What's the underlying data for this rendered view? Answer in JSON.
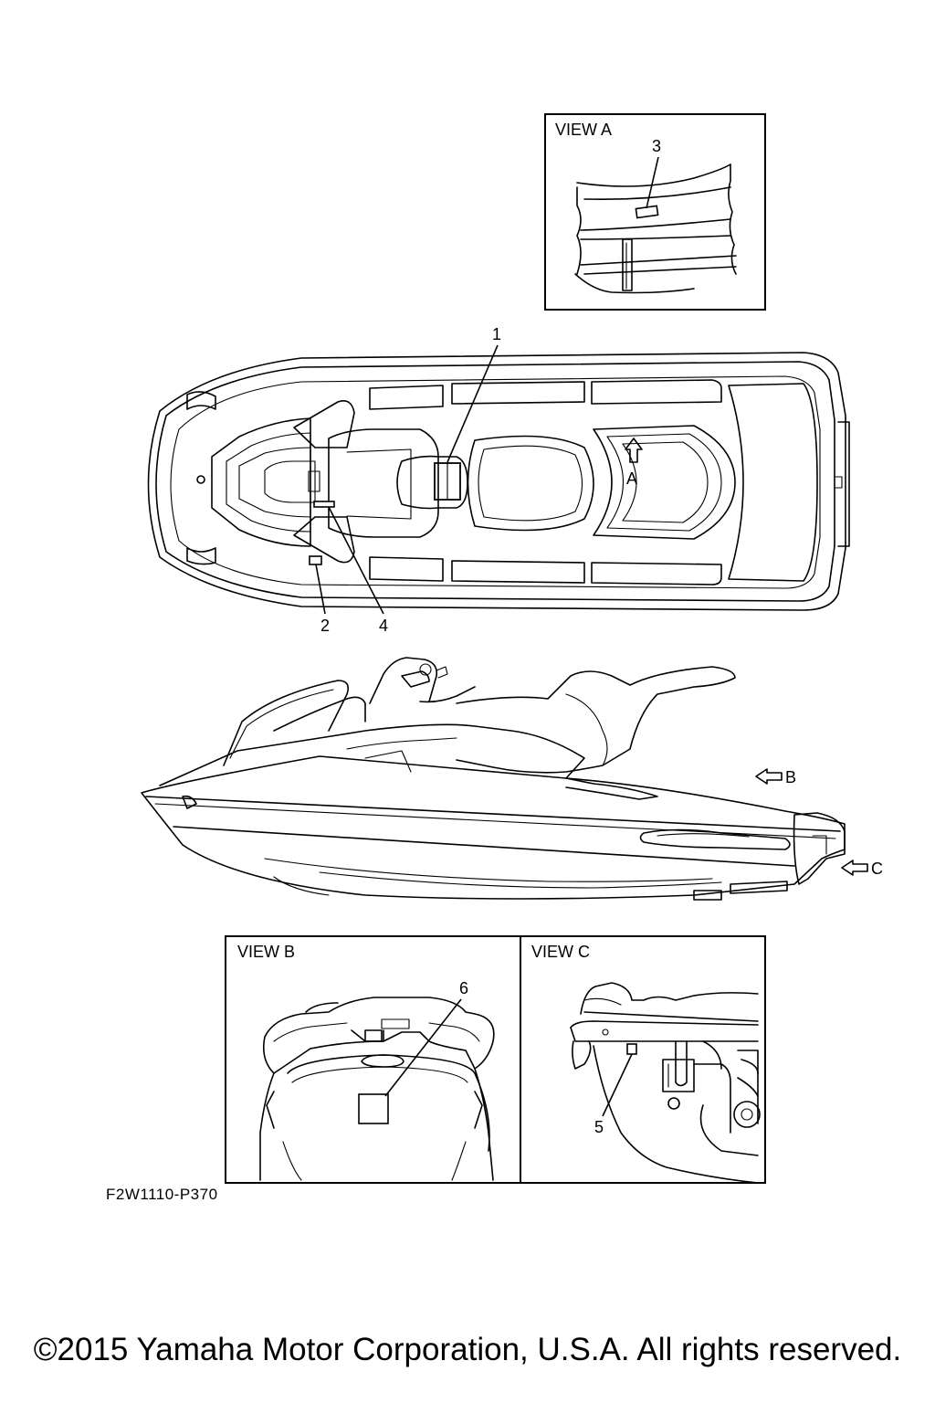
{
  "views": {
    "view_a": "VIEW A",
    "view_b": "VIEW B",
    "view_c": "VIEW C"
  },
  "callouts": {
    "c1": "1",
    "c2": "2",
    "c3": "3",
    "c4": "4",
    "c5": "5",
    "c6": "6"
  },
  "arrows": {
    "a": "A",
    "b": "B",
    "c": "C"
  },
  "part_code": "F2W1110-P370",
  "copyright": "©2015 Yamaha Motor Corporation, U.S.A. All rights reserved."
}
